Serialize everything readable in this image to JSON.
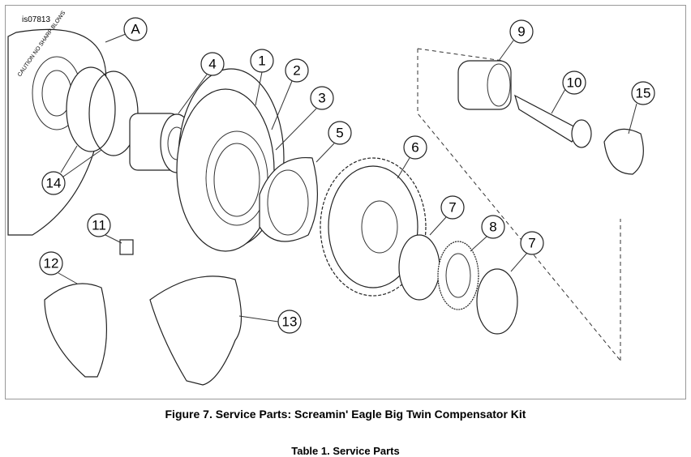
{
  "figure": {
    "id_label": "is07813",
    "caution_text": "CAUTION NO SHARP BLOWS",
    "callouts": [
      "A",
      "1",
      "2",
      "3",
      "4",
      "5",
      "6",
      "7",
      "8",
      "7",
      "9",
      "10",
      "15",
      "11",
      "12",
      "13",
      "14"
    ],
    "caption": "Figure 7. Service Parts: Screamin' Eagle Big Twin Compensator Kit"
  },
  "table": {
    "title": "Table 1. Service Parts"
  }
}
